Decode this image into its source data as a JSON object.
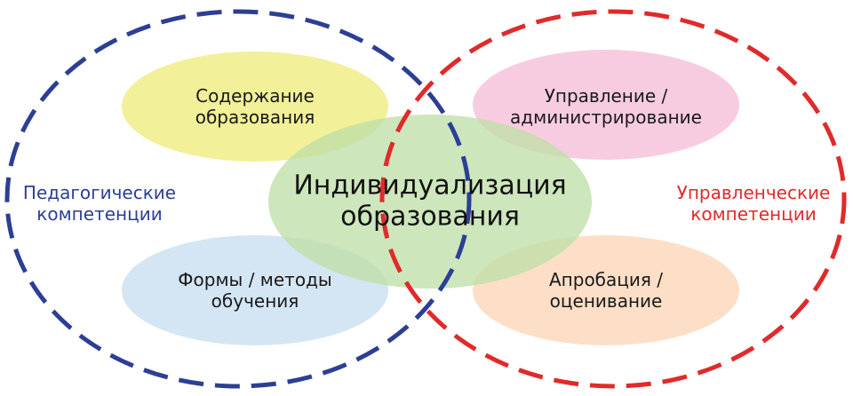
{
  "colors": {
    "pedagogical_circle": "#2c3f95",
    "managerial_circle": "#e12a2a",
    "content": "#f1ee8e",
    "management": "#f7c6dd",
    "center": "#bfdfa8",
    "forms": "#cfe2f3",
    "approbation": "#fcdcc0"
  },
  "labels": {
    "content": "Содержание\nобразования",
    "management": "Управление /\nадминистрирование",
    "center": "Индивидуализация\nобразования",
    "forms": "Формы / методы\nобучения",
    "approbation": "Апробация /\nоценивание",
    "pedagogical": "Педагогические\nкомпетенции",
    "managerial": "Управленческие\nкомпетенции"
  }
}
